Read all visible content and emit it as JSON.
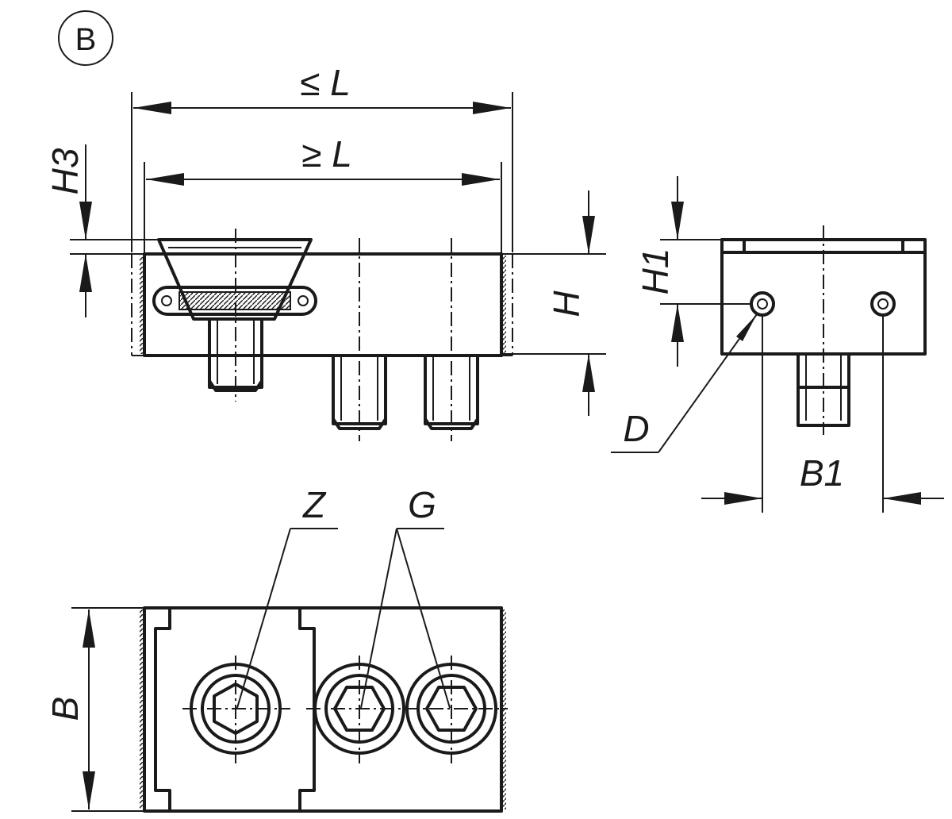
{
  "view_marker": "B",
  "labels": {
    "le_L": "≤ L",
    "ge_L": "≥ L",
    "H3": "H3",
    "H": "H",
    "H1": "H1",
    "D": "D",
    "B1": "B1",
    "Z": "Z",
    "G": "G",
    "B": "B"
  },
  "colors": {
    "line": "#1a1a1a",
    "background": "#ffffff"
  }
}
